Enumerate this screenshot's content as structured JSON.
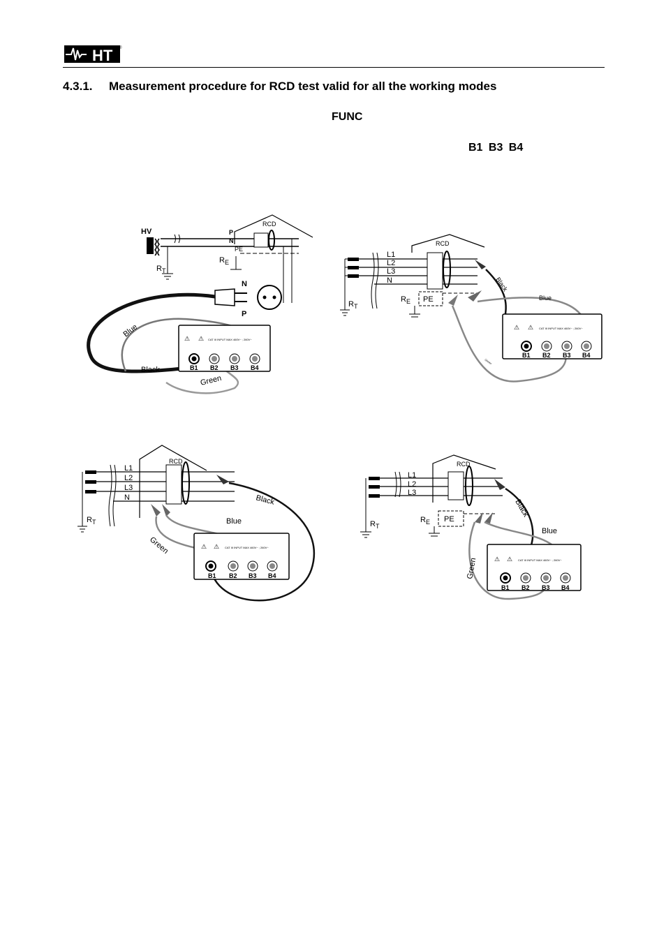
{
  "header": {
    "logo_text": "HT",
    "logo_mark": "®"
  },
  "section": {
    "number": "4.3.1.",
    "title": "Measurement procedure for RCD test valid for all the working modes"
  },
  "keywords": {
    "func": "FUNC",
    "terminals": "B1  B3  B4"
  },
  "diagrams": {
    "common": {
      "rcd": "RCD",
      "blue": "Blue",
      "black": "Black",
      "green": "Green",
      "b1": "B1",
      "b2": "B2",
      "b3": "B3",
      "b4": "B4",
      "pe": "PE",
      "l1": "L1",
      "l2": "L2",
      "l3": "L3",
      "n": "N",
      "rt_main": "R",
      "rt_sub": "T",
      "re_main": "R",
      "re_sub": "E",
      "panel_text": "CAT III  INPUT MAX 460V~ ; 260V~",
      "warn": "⚠"
    },
    "d1": {
      "hv": "HV",
      "p": "P",
      "n": "N",
      "pe": "PE",
      "plug_n": "N",
      "plug_p": "P"
    }
  }
}
